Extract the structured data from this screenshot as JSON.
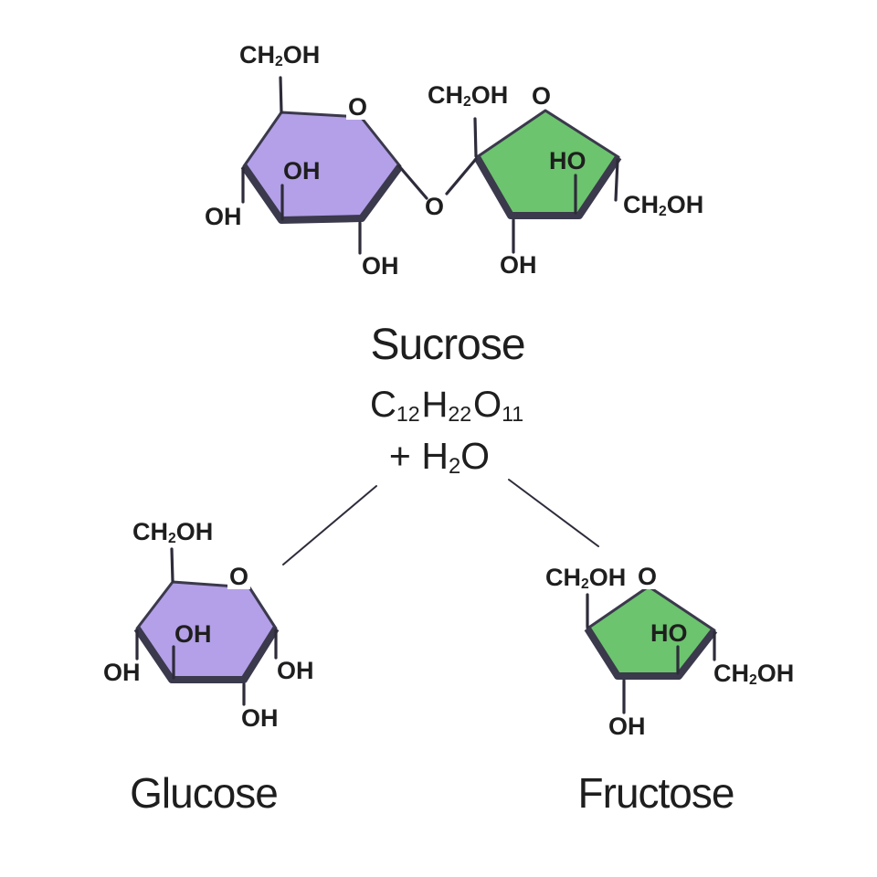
{
  "colors": {
    "background": "#ffffff",
    "ink": "#1e1e1e",
    "outline": "#3b394c",
    "bond": "#2e2c3a",
    "glucose-ring-fill": "#b3a0e8",
    "fructose-ring-fill": "#6cc46e"
  },
  "chem_labels": {
    "ch2oh": {
      "pre": "CH",
      "sub": "2",
      "post": "OH"
    },
    "oh": "OH",
    "ho": "HO",
    "o": "O"
  },
  "molecules": {
    "sucrose": {
      "name": "Sucrose",
      "formula": {
        "C": "C",
        "C_count": "12",
        "H": "H",
        "H_count": "22",
        "O": "O",
        "O_count": "11"
      },
      "plus_water": {
        "plus": "+",
        "H": "H",
        "H_count": "2",
        "O": "O"
      }
    },
    "glucose": {
      "name": "Glucose"
    },
    "fructose": {
      "name": "Fructose"
    }
  }
}
